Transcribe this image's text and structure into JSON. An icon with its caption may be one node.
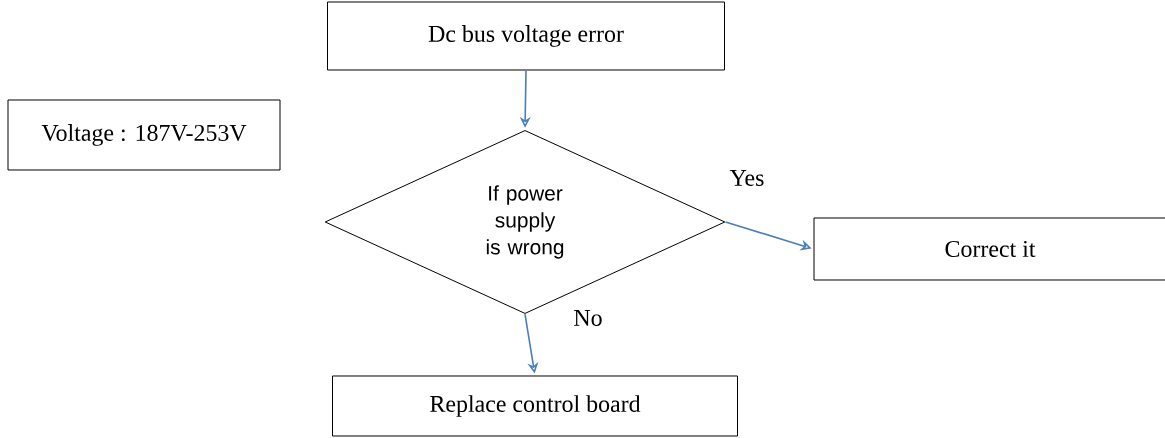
{
  "diagram": {
    "nodes": [
      {
        "text": [
          "Dc bus voltage error"
        ]
      },
      {
        "text": [
          "Voltage : 187V-253V"
        ]
      },
      {
        "text": [
          "If power supply is wrong"
        ]
      },
      {
        "text": [
          "Correct it"
        ]
      },
      {
        "text": [
          "Replace control board"
        ]
      }
    ],
    "edges": [
      {
        "from": 0,
        "to": 2,
        "arrow": "to"
      },
      {
        "from": 2,
        "to": 3,
        "arrow": "to",
        "label": "Yes"
      },
      {
        "from": 2,
        "to": 4,
        "arrow": "to",
        "label": "No"
      }
    ]
  }
}
